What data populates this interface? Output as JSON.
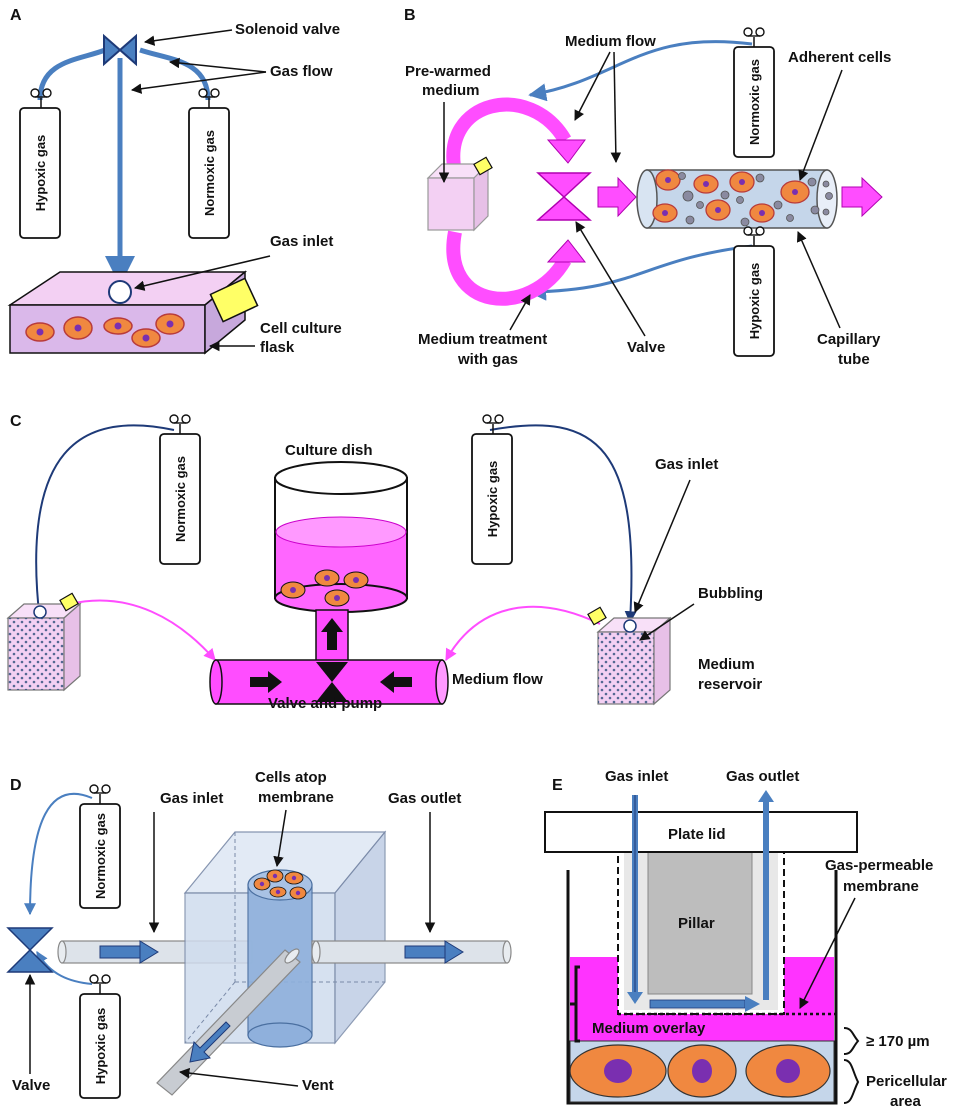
{
  "panels": {
    "A": {
      "letter": "A",
      "solenoid_valve": "Solenoid valve",
      "gas_flow": "Gas flow",
      "hypoxic_gas": "Hypoxic gas",
      "normoxic_gas": "Normoxic gas",
      "gas_inlet": "Gas inlet",
      "cell_culture": "Cell culture",
      "flask": "flask"
    },
    "B": {
      "letter": "B",
      "medium_flow": "Medium flow",
      "pre_warmed_1": "Pre-warmed",
      "pre_warmed_2": "medium",
      "normoxic_gas": "Normoxic gas",
      "adherent_cells": "Adherent cells",
      "hypoxic_gas": "Hypoxic gas",
      "medium_treatment_1": "Medium treatment",
      "medium_treatment_2": "with gas",
      "valve": "Valve",
      "capillary_1": "Capillary",
      "capillary_2": "tube"
    },
    "C": {
      "letter": "C",
      "normoxic_gas": "Normoxic gas",
      "culture_dish": "Culture dish",
      "hypoxic_gas": "Hypoxic gas",
      "gas_inlet": "Gas inlet",
      "bubbling": "Bubbling",
      "medium_1": "Medium",
      "medium_2": "reservoir",
      "medium_flow": "Medium flow",
      "valve_pump": "Valve and pump"
    },
    "D": {
      "letter": "D",
      "normoxic_gas": "Normoxic gas",
      "gas_inlet": "Gas inlet",
      "cells_1": "Cells atop",
      "cells_2": "membrane",
      "gas_outlet": "Gas outlet",
      "valve": "Valve",
      "hypoxic_gas": "Hypoxic gas",
      "vent": "Vent"
    },
    "E": {
      "letter": "E",
      "gas_inlet": "Gas inlet",
      "gas_outlet": "Gas outlet",
      "plate_lid": "Plate lid",
      "gas_perm_1": "Gas-permeable",
      "gas_perm_2": "membrane",
      "pillar": "Pillar",
      "medium_overlay": "Medium overlay",
      "thickness": "≥ 170 µm",
      "pericellular_1": "Pericellular",
      "pericellular_2": "area"
    }
  },
  "colors": {
    "pipe_blue": "#4a7fc0",
    "dark_blue": "#1e3a78",
    "magenta": "#ff4dff",
    "light_pink": "#f3d0f3",
    "cell_orange": "#f08840",
    "nucleus": "#7a2fb0",
    "light_blue": "#c5d6ea"
  }
}
